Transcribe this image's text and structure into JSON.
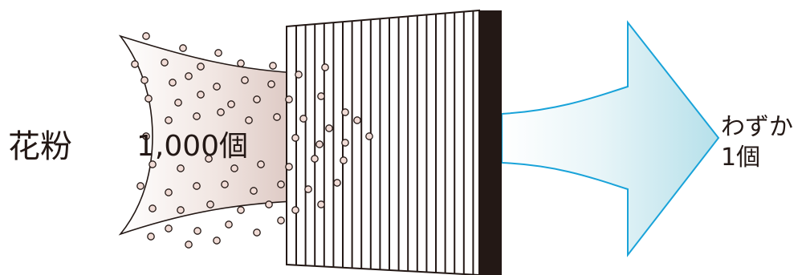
{
  "labels": {
    "pollen": "花粉",
    "count_in": "1,000個",
    "result_line1": "わずか",
    "result_line2": "1個"
  },
  "colors": {
    "text": "#231815",
    "filter_dark": "#231815",
    "filter_lines": "#231815",
    "incoming_arrow_start": "#f7f3f0",
    "incoming_arrow_end": "#c9aca6",
    "outgoing_arrow_outline": "#19a3d9",
    "outgoing_arrow_fill": "#cdeaf2",
    "particle_fill": "#f1dcd6",
    "particle_stroke": "#231815"
  }
}
